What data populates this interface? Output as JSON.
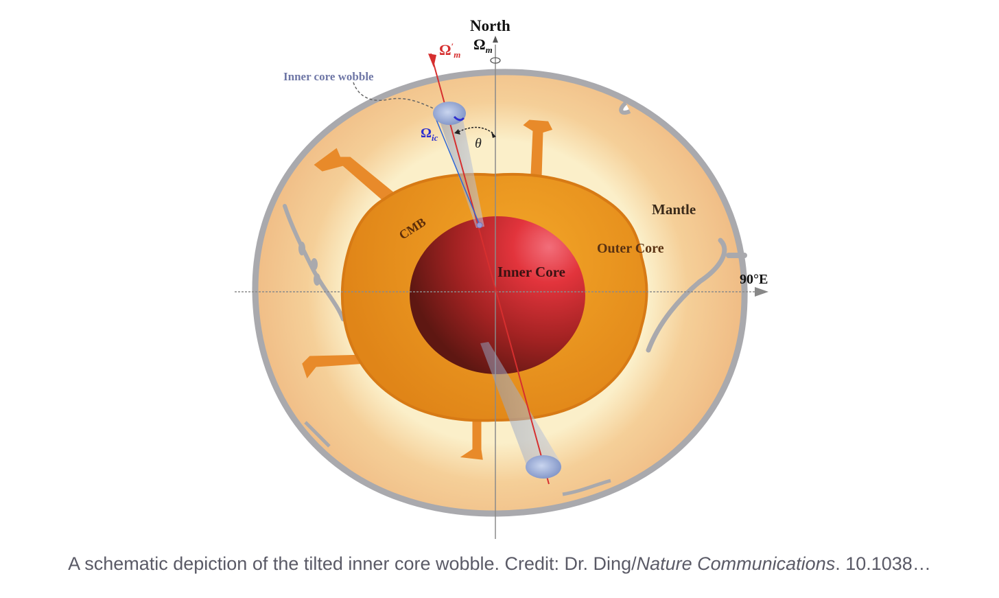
{
  "diagram": {
    "labels": {
      "north": "North",
      "omega_m": "Ω",
      "omega_m_sub": "m",
      "omega_m_prime": "Ω",
      "omega_m_prime_sup": "′",
      "omega_m_prime_sub": "m",
      "omega_ic": "Ω",
      "omega_ic_sub": "ic",
      "theta": "θ",
      "wobble": "Inner core wobble",
      "cmb": "CMB",
      "mantle": "Mantle",
      "outer_core": "Outer Core",
      "inner_core": "Inner Core",
      "east": "90°E"
    },
    "colors": {
      "mantle": "#f2c48f",
      "mantle_light": "#fbefc9",
      "mantle_edge": "#a9a9ad",
      "outer_core": "#e5901f",
      "inner_core": "#e0313a",
      "inner_core_dark": "#6e1a14",
      "arrow_red": "#d62f2f",
      "omega_ic_blue": "#2d2fd0",
      "wobble_label": "#6f77a6",
      "cap_blue": "#9fb1da"
    }
  },
  "caption": {
    "part1": "A schematic depiction of the tilted inner core wobble. Credit: Dr. Ding/",
    "journal": "Nature Communications",
    "part2": ". 10.1038…"
  }
}
